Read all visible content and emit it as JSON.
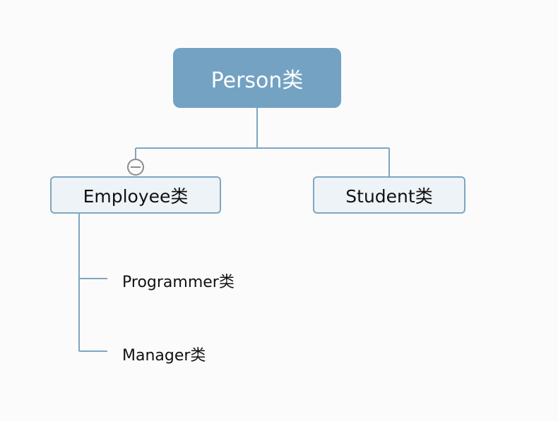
{
  "root": {
    "label": "Person类"
  },
  "children": [
    {
      "label": "Employee类",
      "collapse_icon": "collapse-minus-icon",
      "subitems": [
        {
          "label": "Programmer类"
        },
        {
          "label": "Manager类"
        }
      ]
    },
    {
      "label": "Student类"
    }
  ],
  "colors": {
    "root_fill": "#73a2c2",
    "child_fill": "#eef3f7",
    "line": "#7ea6c2",
    "background": "#fbfbfb"
  }
}
